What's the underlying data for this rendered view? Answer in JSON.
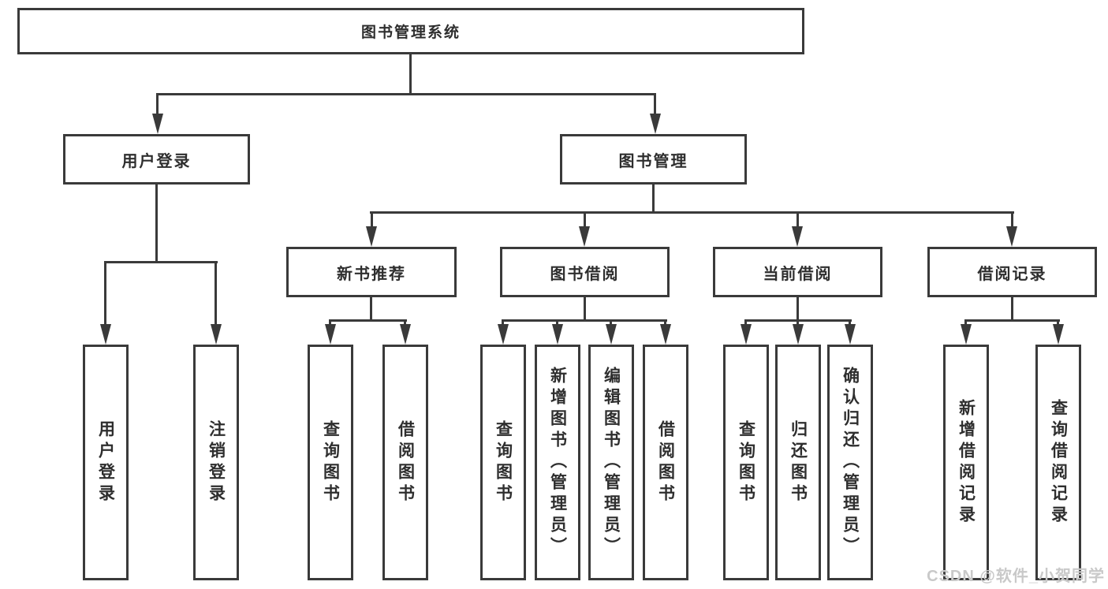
{
  "colors": {
    "line": "#3a3a3a",
    "text": "#2e2e2e",
    "background": "#ffffff",
    "watermark_text": "#c9c9c9"
  },
  "tree": {
    "root": {
      "label": "图书管理系统"
    },
    "level2": [
      {
        "label": "用户登录",
        "leaves": [
          {
            "label": "用户登录"
          },
          {
            "label": "注销登录"
          }
        ]
      },
      {
        "label": "图书管理",
        "groups": [
          {
            "label": "新书推荐",
            "leaves": [
              {
                "label": "查询图书"
              },
              {
                "label": "借阅图书"
              }
            ]
          },
          {
            "label": "图书借阅",
            "leaves": [
              {
                "label": "查询图书"
              },
              {
                "label": "新增图书（管理员）"
              },
              {
                "label": "编辑图书（管理员）"
              },
              {
                "label": "借阅图书"
              }
            ]
          },
          {
            "label": "当前借阅",
            "leaves": [
              {
                "label": "查询图书"
              },
              {
                "label": "归还图书"
              },
              {
                "label": "确认归还（管理员）"
              }
            ]
          },
          {
            "label": "借阅记录",
            "leaves": [
              {
                "label": "新增借阅记录"
              },
              {
                "label": "查询借阅记录"
              }
            ]
          }
        ]
      }
    ]
  },
  "watermark": {
    "text": "CSDN @软件_小贺同学"
  }
}
